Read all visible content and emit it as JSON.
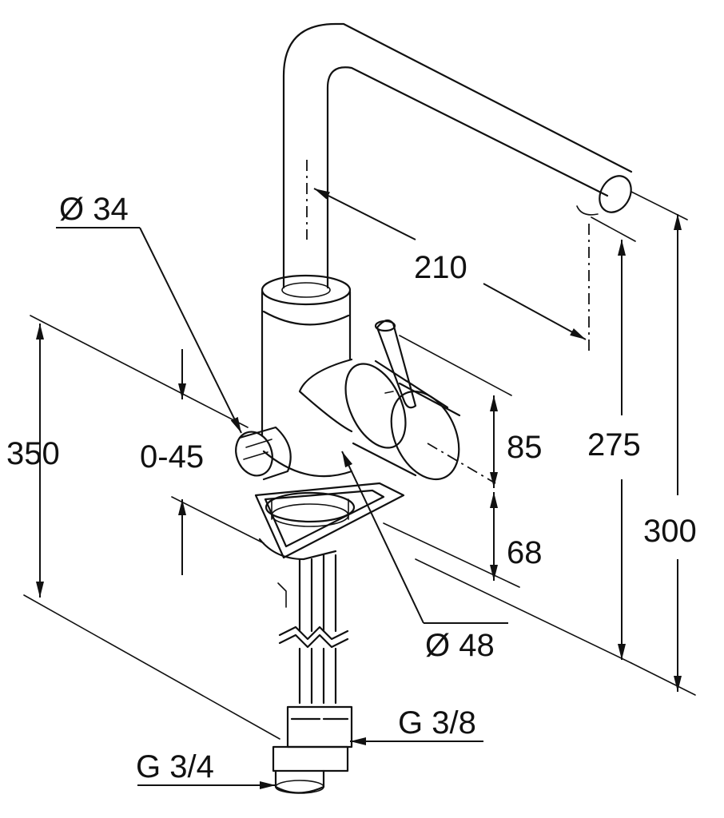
{
  "dimensions": {
    "diameter_handle": "Ø 34",
    "spout_reach": "210",
    "overall_width": "350",
    "swivel_range": "0-45",
    "lever_height": "85",
    "base_height": "68",
    "spout_height": "275",
    "total_height": "300",
    "diameter_body": "Ø 48",
    "connection_hoses": "G 3/8",
    "connection_main": "G 3/4"
  }
}
